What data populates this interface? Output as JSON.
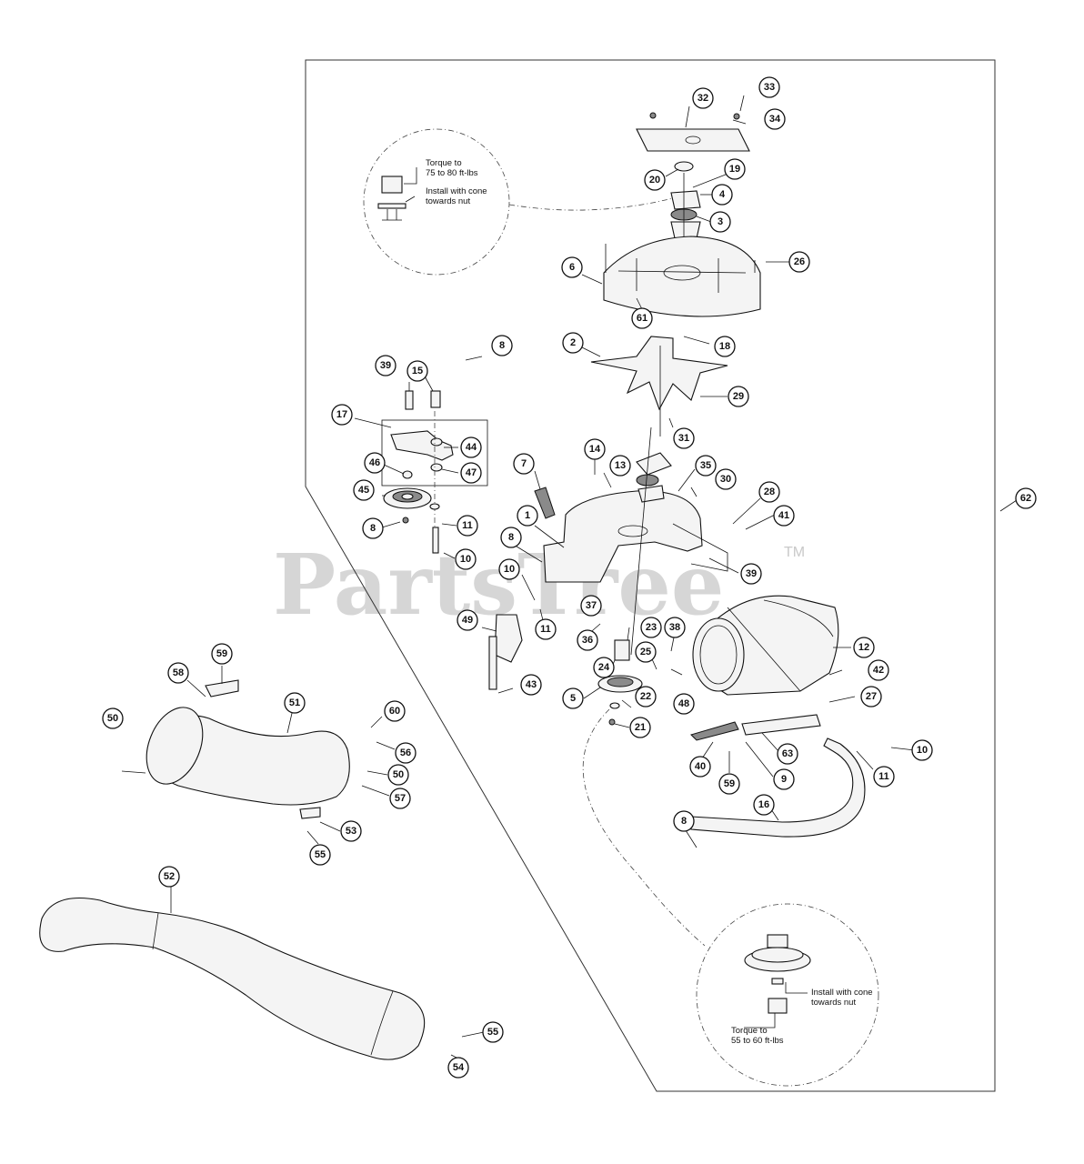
{
  "watermark": {
    "brand": "PartsTree",
    "trademark": "TM"
  },
  "notes": {
    "top": {
      "torque": "Torque to\n75 to 80 ft-lbs",
      "install": "Install with cone\ntowards nut"
    },
    "bottom": {
      "install": "Install with cone\ntowards nut",
      "torque": "Torque to\n55 to 60 ft-lbs"
    }
  },
  "callouts": [
    {
      "num": "32"
    },
    {
      "num": "33"
    },
    {
      "num": "34"
    },
    {
      "num": "20"
    },
    {
      "num": "19"
    },
    {
      "num": "4"
    },
    {
      "num": "3"
    },
    {
      "num": "6"
    },
    {
      "num": "26"
    },
    {
      "num": "61"
    },
    {
      "num": "18"
    },
    {
      "num": "2"
    },
    {
      "num": "8"
    },
    {
      "num": "39"
    },
    {
      "num": "15"
    },
    {
      "num": "17"
    },
    {
      "num": "44"
    },
    {
      "num": "47"
    },
    {
      "num": "46"
    },
    {
      "num": "45"
    },
    {
      "num": "8"
    },
    {
      "num": "11"
    },
    {
      "num": "10"
    },
    {
      "num": "7"
    },
    {
      "num": "14"
    },
    {
      "num": "13"
    },
    {
      "num": "31"
    },
    {
      "num": "29"
    },
    {
      "num": "35"
    },
    {
      "num": "30"
    },
    {
      "num": "28"
    },
    {
      "num": "41"
    },
    {
      "num": "62"
    },
    {
      "num": "1"
    },
    {
      "num": "8"
    },
    {
      "num": "10"
    },
    {
      "num": "11"
    },
    {
      "num": "37"
    },
    {
      "num": "39"
    },
    {
      "num": "49"
    },
    {
      "num": "36"
    },
    {
      "num": "23"
    },
    {
      "num": "38"
    },
    {
      "num": "25"
    },
    {
      "num": "24"
    },
    {
      "num": "12"
    },
    {
      "num": "42"
    },
    {
      "num": "43"
    },
    {
      "num": "5"
    },
    {
      "num": "22"
    },
    {
      "num": "48"
    },
    {
      "num": "27"
    },
    {
      "num": "21"
    },
    {
      "num": "63"
    },
    {
      "num": "10"
    },
    {
      "num": "40"
    },
    {
      "num": "59"
    },
    {
      "num": "9"
    },
    {
      "num": "11"
    },
    {
      "num": "16"
    },
    {
      "num": "8"
    },
    {
      "num": "59"
    },
    {
      "num": "58"
    },
    {
      "num": "51"
    },
    {
      "num": "60"
    },
    {
      "num": "50"
    },
    {
      "num": "56"
    },
    {
      "num": "50"
    },
    {
      "num": "57"
    },
    {
      "num": "53"
    },
    {
      "num": "55"
    },
    {
      "num": "52"
    },
    {
      "num": "55"
    },
    {
      "num": "54"
    }
  ]
}
